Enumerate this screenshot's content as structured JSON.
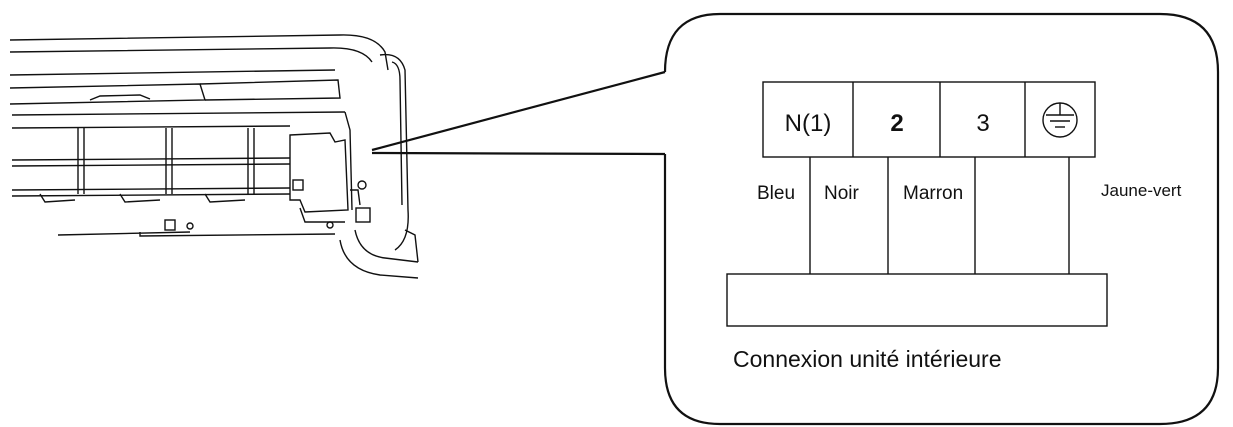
{
  "terminals": [
    {
      "label": "N(1)"
    },
    {
      "label": "2"
    },
    {
      "label": "3"
    },
    {
      "label": "",
      "icon": "ground-icon"
    }
  ],
  "wires": {
    "bleu": "Bleu",
    "noir": "Noir",
    "marron": "Marron",
    "jaune_vert": "Jaune-vert"
  },
  "caption": "Connexion unité intérieure"
}
